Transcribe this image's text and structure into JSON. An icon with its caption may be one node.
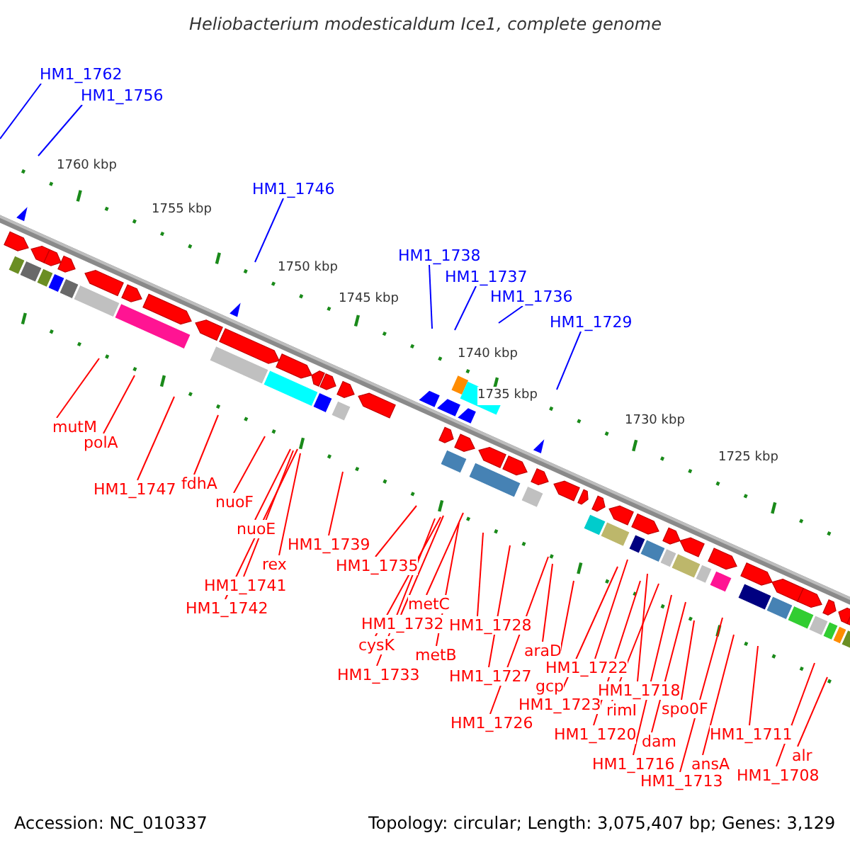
{
  "diagram": {
    "title": "Heliobacterium modesticaldum Ice1, complete genome",
    "nodes": [
      {
        "text": [
          "HM1_1762"
        ]
      },
      {
        "text": [
          "HM1_1756"
        ]
      },
      {
        "text": [
          "HM1_1746"
        ]
      },
      {
        "text": [
          "HM1_1738"
        ]
      },
      {
        "text": [
          "HM1_1737"
        ]
      },
      {
        "text": [
          "HM1_1736"
        ]
      },
      {
        "text": [
          "HM1_1729"
        ]
      },
      {
        "text": [
          "mutM"
        ]
      },
      {
        "text": [
          "polA"
        ]
      },
      {
        "text": [
          "fdhA"
        ]
      },
      {
        "text": [
          "HM1_1747"
        ]
      },
      {
        "text": [
          "nuoF"
        ]
      },
      {
        "text": [
          "nuoE"
        ]
      },
      {
        "text": [
          "HM1_1739"
        ]
      },
      {
        "text": [
          "rex"
        ]
      },
      {
        "text": [
          "HM1_1735"
        ]
      },
      {
        "text": [
          "HM1_1741"
        ]
      },
      {
        "text": [
          "metC"
        ]
      },
      {
        "text": [
          "HM1_1742"
        ]
      },
      {
        "text": [
          "HM1_1732"
        ]
      },
      {
        "text": [
          "HM1_1728"
        ]
      },
      {
        "text": [
          "cysK"
        ]
      },
      {
        "text": [
          "araD"
        ]
      },
      {
        "text": [
          "metB"
        ]
      },
      {
        "text": [
          "HM1_1722"
        ]
      },
      {
        "text": [
          "HM1_1733"
        ]
      },
      {
        "text": [
          "HM1_1727"
        ]
      },
      {
        "text": [
          "gcp"
        ]
      },
      {
        "text": [
          "HM1_1718"
        ]
      },
      {
        "text": [
          "HM1_1723"
        ]
      },
      {
        "text": [
          "spo0F"
        ]
      },
      {
        "text": [
          "rimI"
        ]
      },
      {
        "text": [
          "HM1_1726"
        ]
      },
      {
        "text": [
          "HM1_1711"
        ]
      },
      {
        "text": [
          "HM1_1720"
        ]
      },
      {
        "text": [
          "dam"
        ]
      },
      {
        "text": [
          "alr"
        ]
      },
      {
        "text": [
          "HM1_1716"
        ]
      },
      {
        "text": [
          "ansA"
        ]
      },
      {
        "text": [
          "HM1_1708"
        ]
      },
      {
        "text": [
          "HM1_1713"
        ]
      }
    ],
    "edges": [
      {
        "from": 0,
        "to": null,
        "arrow": "none",
        "color": "#0000ff"
      },
      {
        "from": 1,
        "to": null,
        "arrow": "none",
        "color": "#0000ff"
      },
      {
        "from": 2,
        "to": null,
        "arrow": "none",
        "color": "#0000ff"
      },
      {
        "from": 3,
        "to": null,
        "arrow": "none",
        "color": "#0000ff"
      },
      {
        "from": 4,
        "to": null,
        "arrow": "none",
        "color": "#0000ff"
      },
      {
        "from": 5,
        "to": null,
        "arrow": "none",
        "color": "#0000ff"
      },
      {
        "from": 6,
        "to": null,
        "arrow": "none",
        "color": "#0000ff"
      },
      {
        "from": 7,
        "to": null,
        "arrow": "none"
      },
      {
        "from": 8,
        "to": null,
        "arrow": "none"
      },
      {
        "from": 9,
        "to": null,
        "arrow": "none"
      },
      {
        "from": 10,
        "to": null,
        "arrow": "none"
      },
      {
        "from": 11,
        "to": null,
        "arrow": "none"
      },
      {
        "from": 12,
        "to": null,
        "arrow": "none"
      },
      {
        "from": 13,
        "to": null,
        "arrow": "none"
      },
      {
        "from": 14,
        "to": null,
        "arrow": "none"
      },
      {
        "from": 15,
        "to": null,
        "arrow": "none"
      },
      {
        "from": 16,
        "to": null,
        "arrow": "none"
      },
      {
        "from": 17,
        "to": null,
        "arrow": "none"
      },
      {
        "from": 18,
        "to": null,
        "arrow": "none"
      },
      {
        "from": 19,
        "to": null,
        "arrow": "none"
      },
      {
        "from": 20,
        "to": null,
        "arrow": "none"
      },
      {
        "from": 21,
        "to": null,
        "arrow": "none"
      },
      {
        "from": 22,
        "to": null,
        "arrow": "none"
      },
      {
        "from": 23,
        "to": null,
        "arrow": "none"
      },
      {
        "from": 24,
        "to": null,
        "arrow": "none"
      },
      {
        "from": 25,
        "to": null,
        "arrow": "none"
      },
      {
        "from": 26,
        "to": null,
        "arrow": "none"
      },
      {
        "from": 27,
        "to": null,
        "arrow": "none"
      },
      {
        "from": 28,
        "to": null,
        "arrow": "none"
      },
      {
        "from": 29,
        "to": null,
        "arrow": "none"
      },
      {
        "from": 30,
        "to": null,
        "arrow": "none"
      },
      {
        "from": 31,
        "to": null,
        "arrow": "none"
      },
      {
        "from": 32,
        "to": null,
        "arrow": "none"
      },
      {
        "from": 33,
        "to": null,
        "arrow": "none"
      },
      {
        "from": 34,
        "to": null,
        "arrow": "none"
      },
      {
        "from": 35,
        "to": null,
        "arrow": "none"
      },
      {
        "from": 36,
        "to": null,
        "arrow": "none"
      },
      {
        "from": 37,
        "to": null,
        "arrow": "none"
      },
      {
        "from": 38,
        "to": null,
        "arrow": "none"
      },
      {
        "from": 39,
        "to": null,
        "arrow": "none"
      },
      {
        "from": 40,
        "to": null,
        "arrow": "none"
      }
    ],
    "labels": [
      "1760 kbp",
      "1755 kbp",
      "1750 kbp",
      "1745 kbp",
      "1740 kbp",
      "1735 kbp",
      "1730 kbp",
      "1725 kbp",
      "Accession: NC_010337",
      "Topology: circular; Length: 3,075,407 bp; Genes: 3,129"
    ]
  }
}
